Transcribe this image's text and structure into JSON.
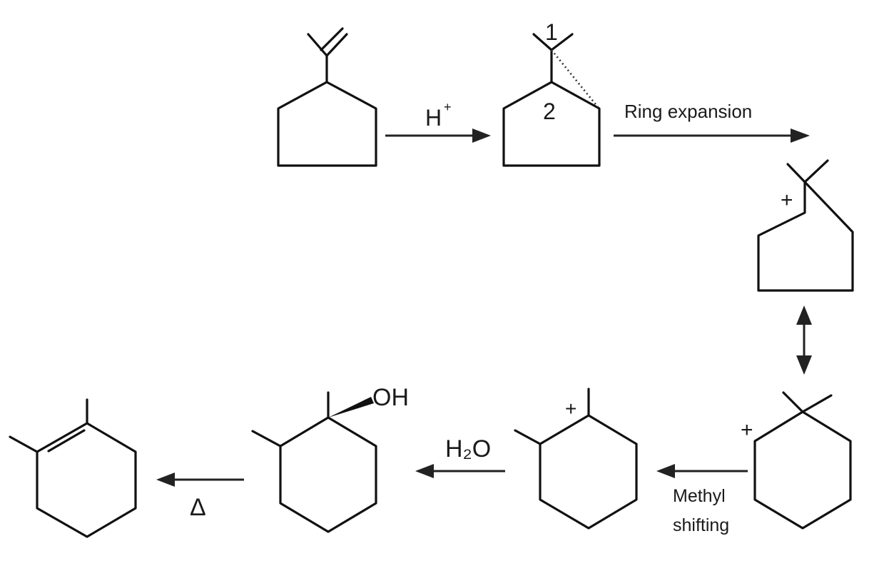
{
  "reagents": {
    "protonation": "H",
    "protonation_sup": "+",
    "ring_expansion": "Ring expansion",
    "methyl_shift_line1": "Methyl",
    "methyl_shift_line2": "shifting",
    "water": "H₂O",
    "heat": "Δ"
  },
  "atom_labels": {
    "carbon_1": "1",
    "carbon_2": "2",
    "hydroxyl": "OH",
    "cation_charge": "+"
  }
}
